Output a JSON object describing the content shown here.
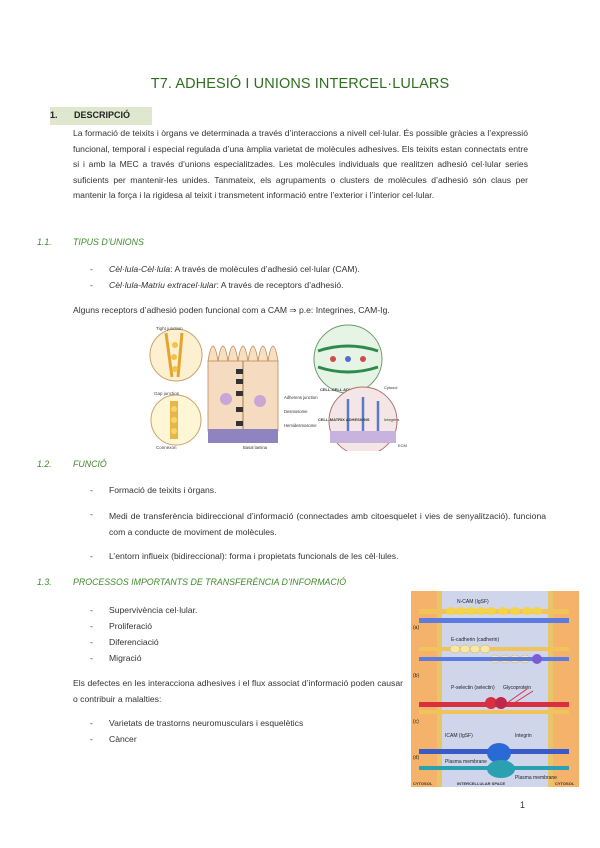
{
  "title": "T7. ADHESIÓ I UNIONS INTERCEL·LULARS",
  "section1": {
    "num": "1.",
    "label": "DESCRIPCIÓ"
  },
  "intro": "La formació de teixits i òrgans ve determinada a través d’interaccions a nivell cel·lular. És possible gràcies a l’expressió funcional, temporal i especial regulada d’una àmplia varietat de molècules adhesives. Els teixits estan connectats entre si i amb la MEC a través d’unions especialitzades. Les molècules individuals que realitzen adhesió cel·lular series suficients per mantenir-les unides. Tanmateix, els agrupaments o clusters de molècules d’adhesió són claus per mantenir la força i la rigidesa al teixit i transmetent informació entre l’exterior i l’interior cel·lular.",
  "s11": {
    "num": "1.1.",
    "label": "TIPUS D’UNIONS",
    "items": [
      {
        "term": "Cèl·lula-Cèl·lula",
        "rest": ": A través de molècules d’adhesió cel·lular (CAM)."
      },
      {
        "term": "Cèl·lula-Matriu extracel·lular",
        "rest": ": A través de receptors d’adhesió."
      }
    ],
    "note": "Alguns receptors d’adhesió poden funcional com a CAM ⇒ p.e: Integrines, CAM-Ig."
  },
  "fig1_labels": {
    "tight": "Tight junction",
    "gap": "Gap junction",
    "connexon": "Connexon",
    "adherens": "Adherens junction",
    "desmosome": "Desmosome",
    "hemidesmosome": "Hemidesmosome",
    "basal": "Basal lamina",
    "integrins": "Integrins",
    "ecm": "ECM",
    "cell_cell": "CELL-CELL ADHESIONS",
    "cell_matrix": "CELL-MATRIX ADHESIONS",
    "cytosol": "Cytosol"
  },
  "s12": {
    "num": "1.2.",
    "label": "FUNCIÓ",
    "items": [
      "Formació de teixits i òrgans.",
      "Medi de transferència bidireccional d’informació (connectades amb citoesquelet i vies de senyalització). funciona com a conducte de moviment de molècules.",
      "L’entorn influeix (bidireccional): forma i propietats funcionals de les cèl·lules."
    ]
  },
  "s13": {
    "num": "1.3.",
    "label": "PROCESSOS IMPORTANTS DE TRANSFERÈNCIA D’INFORMACIÓ",
    "items": [
      "Supervivència cel·lular.",
      "Proliferació",
      "Diferenciació",
      "Migració"
    ],
    "note": "Els defectes en les interacciona adhesives i el flux associat d’informació poden causar o contribuir a malalties:",
    "diseases": [
      "Varietats de trastorns neuromusculars i esquelètics",
      "Càncer"
    ]
  },
  "fig2_labels": {
    "ncam": "N-CAM (IgSF)",
    "ecad": "E-cadherin (cadherin)",
    "psel": "P-selectin (selectin)",
    "glyco": "Glycoprotein",
    "icam": "ICAM (IgSF)",
    "integrin": "Integrin",
    "plasma": "Plasma membrane",
    "plasma2": "Plasma membrane",
    "cytosol": "CYTOSOL",
    "intercell": "INTERCELLULAR SPACE",
    "cytosol2": "CYTOSOL",
    "a": "(a)",
    "b": "(b)",
    "c": "(c)",
    "d": "(d)"
  },
  "page": "1"
}
